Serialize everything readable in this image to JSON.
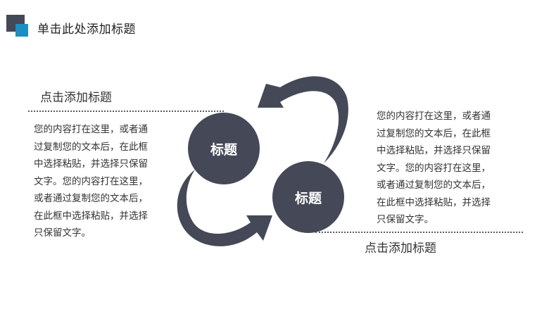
{
  "header": {
    "title": "单击此处添加标题"
  },
  "colors": {
    "primary": "#444857",
    "accent": "#1a8fc4",
    "text": "#333333",
    "background": "#ffffff"
  },
  "left_block": {
    "subtitle": "点击添加标题",
    "lines": [
      "您的内容打在这里，或者通",
      "过复制您的文本后，在此框",
      "中选择粘贴，并选择只保留",
      "文字。您的内容打在这里，",
      "或者通过复制您的文本后，",
      "在此框中选择粘贴，并选择",
      "只保留文字。"
    ]
  },
  "right_block": {
    "subtitle": "点击添加标题",
    "lines": [
      "您的内容打在这里，或者通",
      "过复制您的文本后，在此框",
      "中选择粘贴，并选择只保留",
      "文字。您的内容打在这里，",
      "或者通过复制您的文本后，",
      "在此框中选择粘贴，并选择",
      "只保留文字。"
    ]
  },
  "cycle": {
    "circles": [
      {
        "label": "标题"
      },
      {
        "label": "标题"
      }
    ],
    "arrows": [
      {
        "icon": "curved-arrow-left-icon"
      },
      {
        "icon": "curved-arrow-right-icon"
      }
    ]
  }
}
